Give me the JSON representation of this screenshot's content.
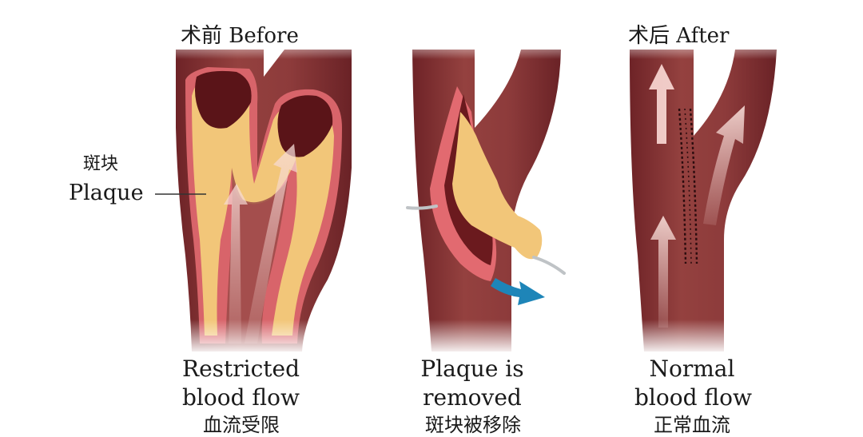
{
  "panels": [
    {
      "id": "before",
      "heading": "术前 Before",
      "caption_line1": "Restricted",
      "caption_line2": "blood flow",
      "caption_zh": "血流受限"
    },
    {
      "id": "procedure",
      "heading": "",
      "caption_line1": "Plaque is",
      "caption_line2": "removed",
      "caption_zh": "斑块被移除"
    },
    {
      "id": "after",
      "heading": "术后 After",
      "caption_line1": "Normal",
      "caption_line2": "blood flow",
      "caption_zh": "正常血流"
    }
  ],
  "plaque_label": {
    "zh": "斑块",
    "en": "Plaque"
  },
  "colors": {
    "vessel": "#8a3a3c",
    "vessel_dark": "#6e2327",
    "lumen_dark": "#5a1418",
    "wall_pink": "#d8646a",
    "plaque": "#f2c679",
    "flow_arrow": "#f6d3cf",
    "removal_arrow": "#1e85b8",
    "wire": "#bfc3c6"
  }
}
